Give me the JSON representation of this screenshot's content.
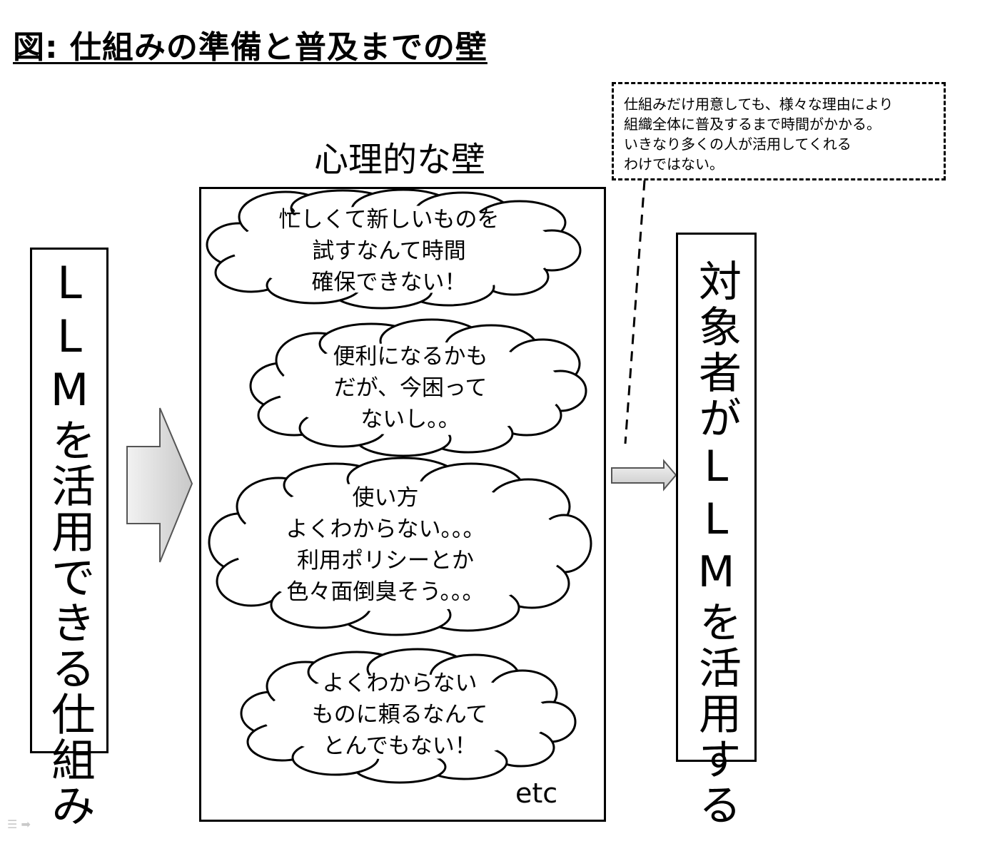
{
  "title": "図: 仕組みの準備と普及までの壁",
  "left_box": {
    "text": "LLMを活用できる仕組み"
  },
  "right_box": {
    "text": "対象者がLLMを活用する"
  },
  "barrier": {
    "title": "心理的な壁",
    "bubbles": [
      {
        "lines": [
          "忙しくて新しいものを",
          "試すなんて時間",
          "確保できない！"
        ]
      },
      {
        "lines": [
          "便利になるかも",
          "だが、今困って",
          "ないし。。"
        ]
      },
      {
        "lines": [
          "使い方",
          "よくわからない。。。",
          "利用ポリシーとか",
          "色々面倒臭そう。。。"
        ]
      },
      {
        "lines": [
          "よくわからない",
          "ものに頼るなんて",
          "とんでもない！"
        ]
      }
    ],
    "etc": "etc"
  },
  "callout": {
    "lines": [
      "仕組みだけ用意しても、様々な理由により",
      "組織全体に普及するまで時間がかかる。",
      "いきなり多くの人が活用してくれる",
      "わけではない。"
    ]
  },
  "colors": {
    "arrow_fill": "#e2e2e2",
    "stroke": "#000000",
    "icon": "#c9c9c9"
  }
}
